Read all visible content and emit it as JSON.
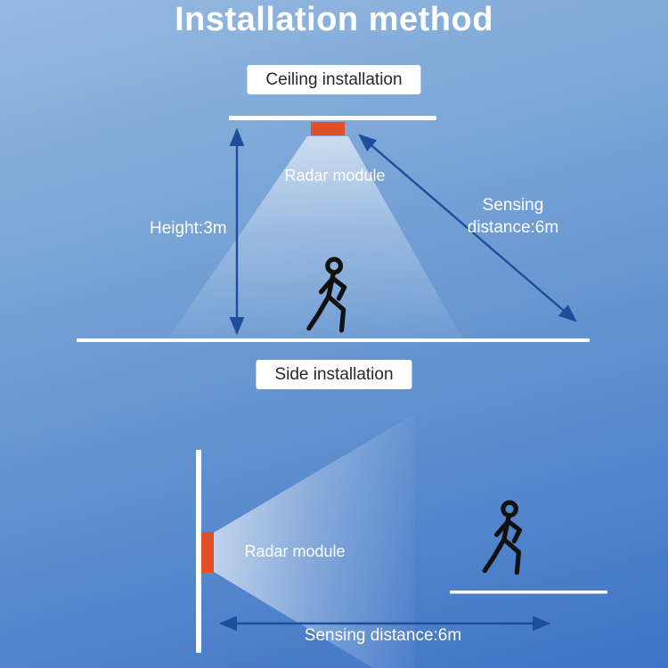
{
  "title": "Installation method",
  "ceiling_section": {
    "label": "Ceiling installation",
    "module_label": "Radar module",
    "height_label": "Height:3m",
    "sensing_line1": "Sensing",
    "sensing_line2": "distance:6m"
  },
  "side_section": {
    "label": "Side installation",
    "module_label": "Radar module",
    "sensing_label": "Sensing distance:6m"
  },
  "colors": {
    "bg_top": "#96b9e0",
    "bg_mid": "#6b9ad2",
    "bg_bottom": "#3e74c6",
    "module": "#e0512a",
    "arrow": "#1e4e9b",
    "label_text": "#24292f"
  }
}
